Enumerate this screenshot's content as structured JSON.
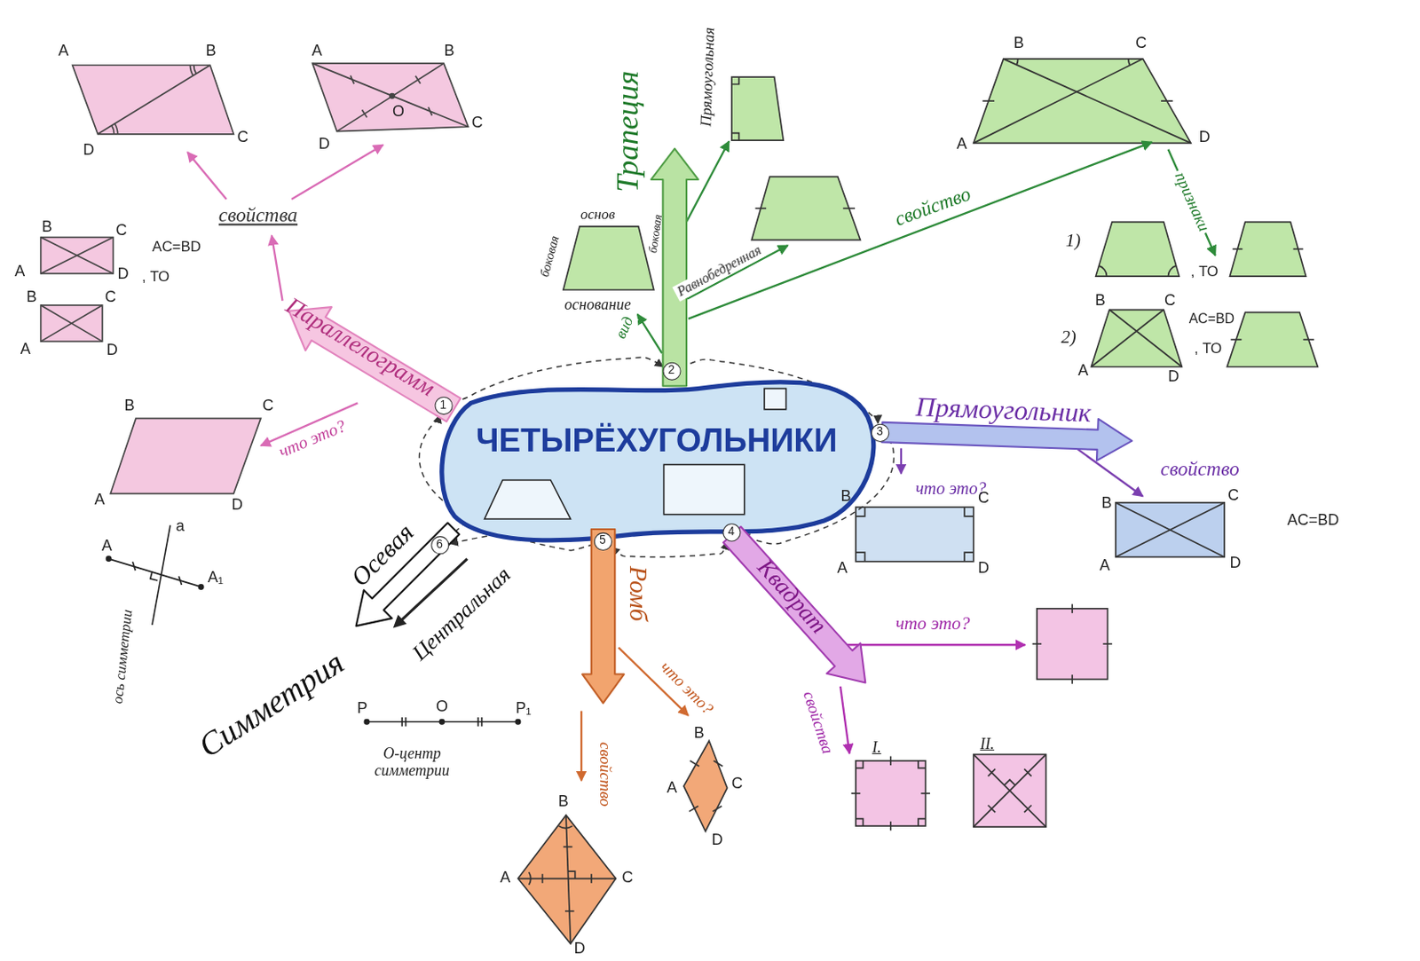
{
  "diagram": {
    "nodes": [
      {
        "text": [
          "ЧЕТЫРЁХУГОЛЬНИКИ"
        ]
      },
      {
        "text": [
          "Параллелограмм"
        ]
      },
      {
        "text": [
          "Трапеция"
        ]
      },
      {
        "text": [
          "Прямоугольник"
        ]
      },
      {
        "text": [
          "Квадрат"
        ]
      },
      {
        "text": [
          "Ромб"
        ]
      },
      {
        "text": [
          "Осевая"
        ]
      },
      {
        "text": [
          "Центральная"
        ]
      },
      {
        "text": [
          "1"
        ]
      },
      {
        "text": [
          "2"
        ]
      },
      {
        "text": [
          "3"
        ]
      },
      {
        "text": [
          "4"
        ]
      },
      {
        "text": [
          "5"
        ]
      },
      {
        "text": [
          "6"
        ]
      }
    ],
    "edges": [
      {
        "from": 8,
        "to": 9,
        "arrow": "to"
      },
      {
        "from": 9,
        "to": 10,
        "arrow": "to"
      },
      {
        "from": 10,
        "to": 11,
        "arrow": "to"
      },
      {
        "from": 11,
        "to": 12,
        "arrow": "both"
      },
      {
        "from": 12,
        "to": 13,
        "arrow": "to"
      },
      {
        "from": 13,
        "to": 8,
        "arrow": "to"
      }
    ],
    "labels": [
      "A",
      "B",
      "A",
      "B",
      "O",
      "D",
      "C",
      "D",
      "C",
      "свойства",
      "B",
      "C",
      "AC=BD",
      "A",
      "D",
      ", ТО",
      "B",
      "C",
      "A",
      "D",
      "что это?",
      "B",
      "C",
      "A",
      "D",
      "A",
      "a",
      "A₁",
      "ось симметрии",
      "Симметрия",
      "P",
      "O",
      "P₁",
      "O-центр симметрии",
      "Прямоугольная",
      "основ",
      "боковая",
      "боковая",
      "основание",
      "вид",
      "Равнобедренная",
      "свойство",
      "B",
      "C",
      "A",
      "D",
      "признаки",
      "1)",
      ", ТО",
      "2)",
      "B",
      "C",
      "AC=BD",
      ", ТО",
      "A",
      "D",
      "что это?",
      "B",
      "C",
      "A",
      "D",
      "свойство",
      "B",
      "C",
      "A",
      "D",
      "AC=BD",
      "что это?",
      "свойства",
      "I.",
      "II.",
      "что это?",
      "B",
      "C",
      "A",
      "D",
      "свойство",
      "B",
      "A",
      "C",
      "D"
    ]
  }
}
